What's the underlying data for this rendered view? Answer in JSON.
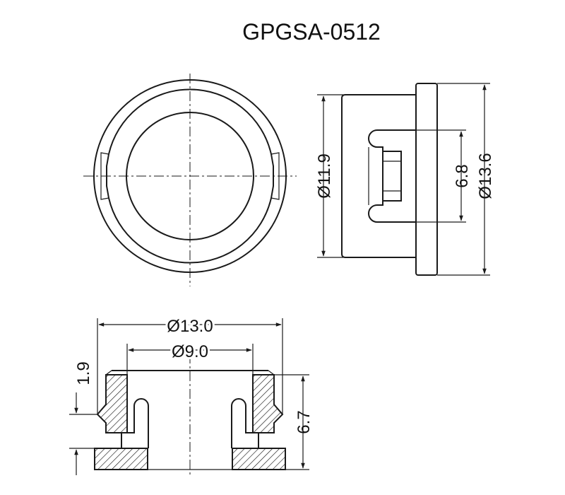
{
  "title": "GPGSA-0512",
  "dimensions": {
    "front_outer_dia": "Ø13.0",
    "front_inner_dia": "Ø9.0",
    "flange_thickness": "1.9",
    "total_height": "6.7",
    "side_body_dia": "Ø11.9",
    "side_flange_dia": "Ø13.6",
    "slot_width": "6.8"
  }
}
